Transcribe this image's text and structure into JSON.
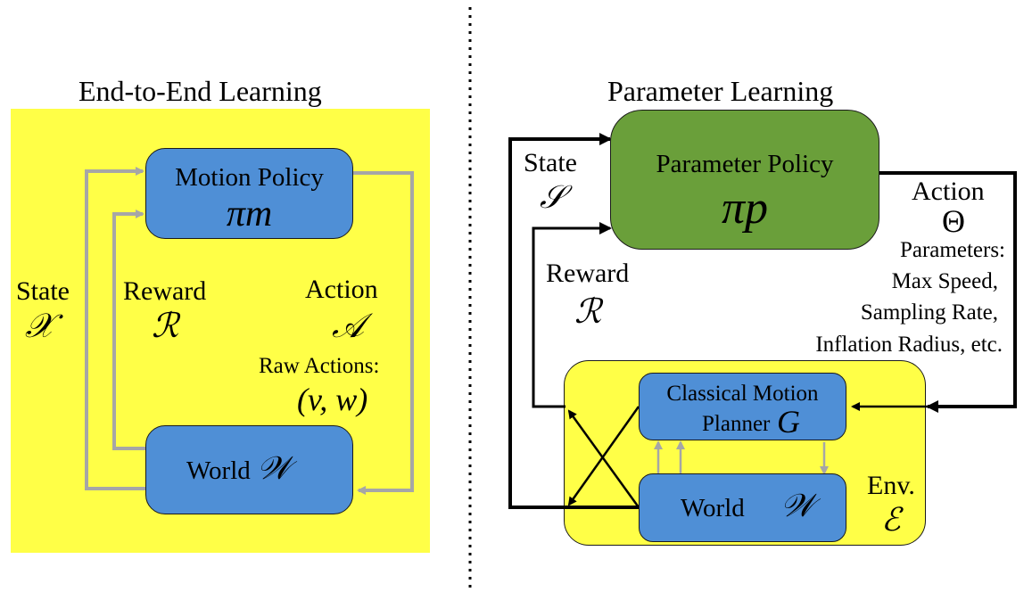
{
  "left": {
    "title": "End-to-End Learning",
    "policy_box": {
      "label": "Motion Policy",
      "symbol": "πm"
    },
    "world_box": {
      "label": "World",
      "symbol": "𝒲"
    },
    "state": {
      "label": "State",
      "symbol": "𝒳"
    },
    "reward": {
      "label": "Reward",
      "symbol": "ℛ"
    },
    "action": {
      "label": "Action",
      "symbol": "𝒜"
    },
    "raw_actions": {
      "label": "Raw Actions:",
      "value": "(v, w)"
    }
  },
  "right": {
    "title": "Parameter Learning",
    "policy_box": {
      "label": "Parameter Policy",
      "symbol": "πp"
    },
    "state": {
      "label": "State",
      "symbol": "𝒮"
    },
    "reward": {
      "label": "Reward",
      "symbol": "ℛ"
    },
    "action": {
      "label": "Action",
      "symbol": "Θ"
    },
    "parameters": {
      "title": "Parameters:",
      "lines": [
        "Max Speed,",
        "Sampling Rate,",
        "Inflation Radius, etc."
      ]
    },
    "planner_box": {
      "line1": "Classical Motion",
      "line2": "Planner",
      "symbol": "G"
    },
    "world_box": {
      "label": "World",
      "symbol": "𝒲"
    },
    "env": {
      "label": "Env.",
      "symbol": "ℰ"
    }
  },
  "colors": {
    "panel_yellow": "#ffff47",
    "box_blue": "#4f8fd6",
    "box_green": "#6a9f3a",
    "arrow_gray": "#a6a6a6",
    "arrow_black": "#000000"
  }
}
